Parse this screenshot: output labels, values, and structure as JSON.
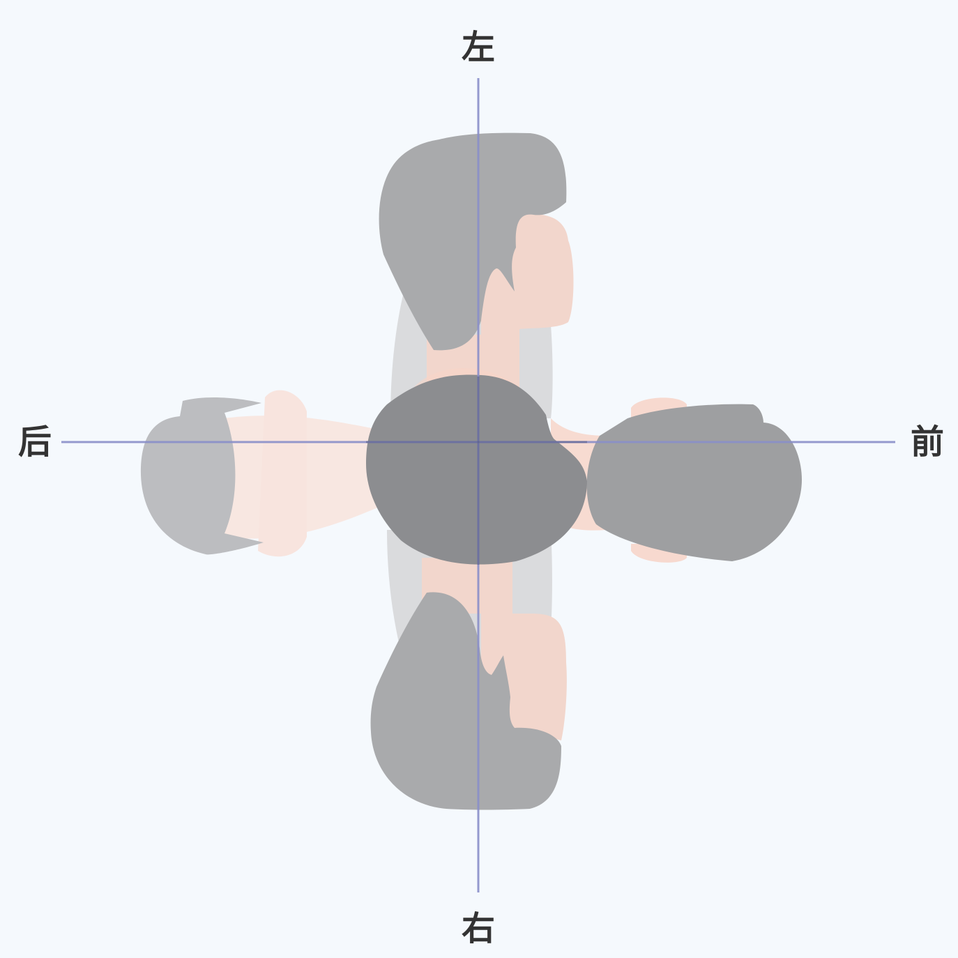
{
  "labels": {
    "top": "左",
    "bottom": "右",
    "left": "后",
    "right": "前"
  },
  "colors": {
    "background": "#f5f9fd",
    "axis": "#8a8fc9",
    "label": "#333333",
    "hair_dark": "#8c8d90",
    "hair_mid": "#a9aaac",
    "hair_light": "#bcbdc0",
    "skin": "#f7d9cf",
    "skin_light": "#f8e4de",
    "shoulder": "#dadbdd"
  },
  "icons": [
    "head-top-view-icon",
    "head-profile-icon"
  ]
}
